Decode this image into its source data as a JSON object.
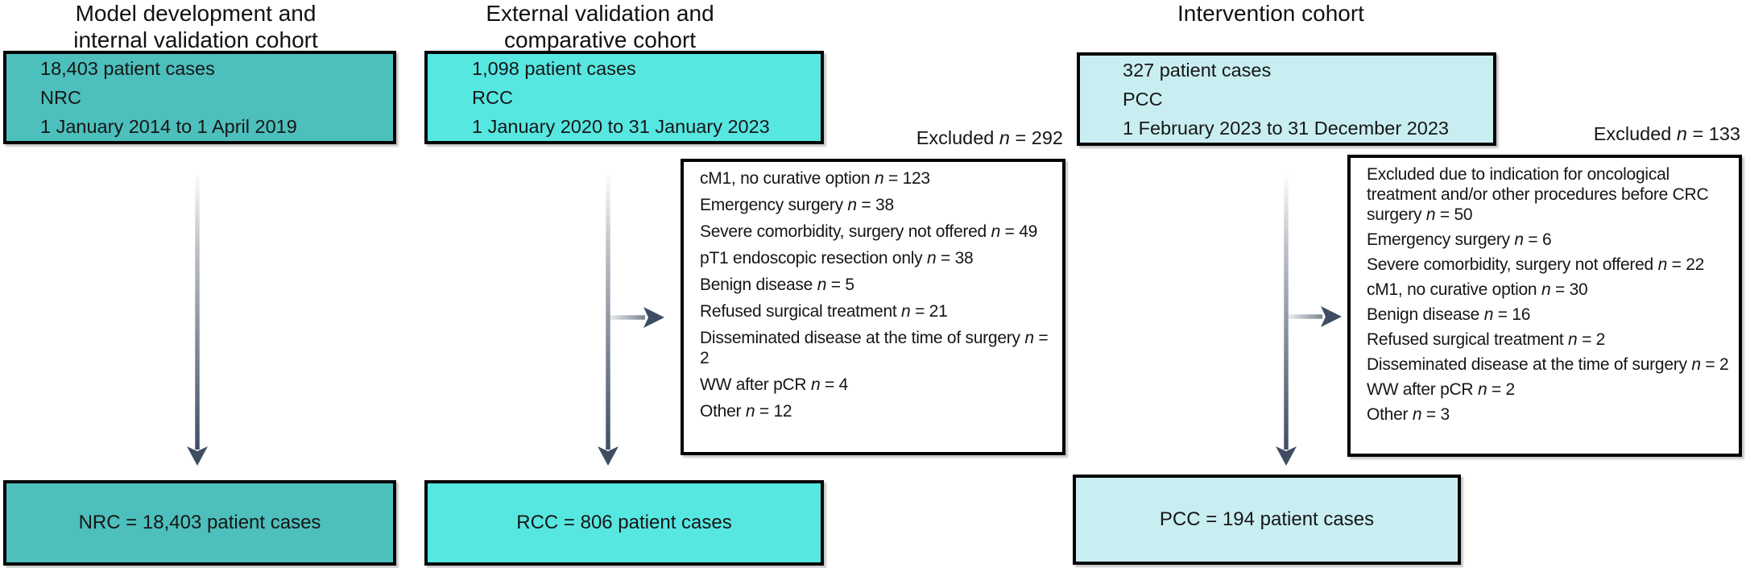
{
  "symbols": {
    "n": "n",
    "eq": "="
  },
  "colors": {
    "nrc_fill": "#4dbfbc",
    "rcc_fill": "#57e7e1",
    "pcc_fill": "#c9eef1",
    "box_border": "#030303",
    "arrow": "#3e4d62",
    "text": "#161616"
  },
  "columns": [
    {
      "id": "nrc",
      "title_lines": [
        "Model development and",
        "internal validation cohort"
      ],
      "color": "#4dbfbc",
      "top_box_lines": [
        "18,403 patient cases",
        "NRC",
        "1 January 2014 to 1 April 2019"
      ],
      "bottom_box_text": "NRC = 18,403 patient cases"
    },
    {
      "id": "rcc",
      "title_lines": [
        "External validation and",
        "comparative cohort"
      ],
      "color": "#57e7e1",
      "top_box_lines": [
        "1,098 patient cases",
        "RCC",
        "1 January 2020 to 31 January 2023"
      ],
      "bottom_box_text": "RCC = 806 patient cases",
      "exclusion": {
        "label_prefix": "Excluded",
        "label_suffix": "= 292",
        "items": [
          {
            "label": "cM1, no curative option",
            "n": "123"
          },
          {
            "label": "Emergency surgery",
            "n": "38"
          },
          {
            "label": "Severe comorbidity, surgery not offered",
            "n": "49"
          },
          {
            "label": "pT1 endoscopic resection only",
            "n": "38"
          },
          {
            "label": "Benign disease",
            "n": "5"
          },
          {
            "label": "Refused surgical treatment",
            "n": "21"
          },
          {
            "label": "Disseminated disease at the time of surgery",
            "n": "2"
          },
          {
            "label": "WW after pCR",
            "n": "4"
          },
          {
            "label": "Other",
            "n": "12"
          }
        ]
      }
    },
    {
      "id": "pcc",
      "title_lines": [
        "Intervention cohort"
      ],
      "color": "#c9eef1",
      "top_box_lines": [
        "327 patient cases",
        "PCC",
        "1 February 2023 to 31 December 2023"
      ],
      "bottom_box_text": "PCC = 194 patient cases",
      "exclusion": {
        "label_prefix": "Excluded",
        "label_suffix": "= 133",
        "items": [
          {
            "label": "Excluded due to indication for oncological treatment and/or other procedures before CRC surgery",
            "n": "50"
          },
          {
            "label": "Emergency surgery",
            "n": "6"
          },
          {
            "label": "Severe comorbidity, surgery not offered",
            "n": "22"
          },
          {
            "label": "cM1, no curative option",
            "n": "30"
          },
          {
            "label": "Benign disease",
            "n": "16"
          },
          {
            "label": "Refused surgical treatment",
            "n": "2"
          },
          {
            "label": "Disseminated disease at the time of surgery",
            "n": "2"
          },
          {
            "label": "WW after pCR",
            "n": "2"
          },
          {
            "label": "Other",
            "n": "3"
          }
        ]
      }
    }
  ]
}
